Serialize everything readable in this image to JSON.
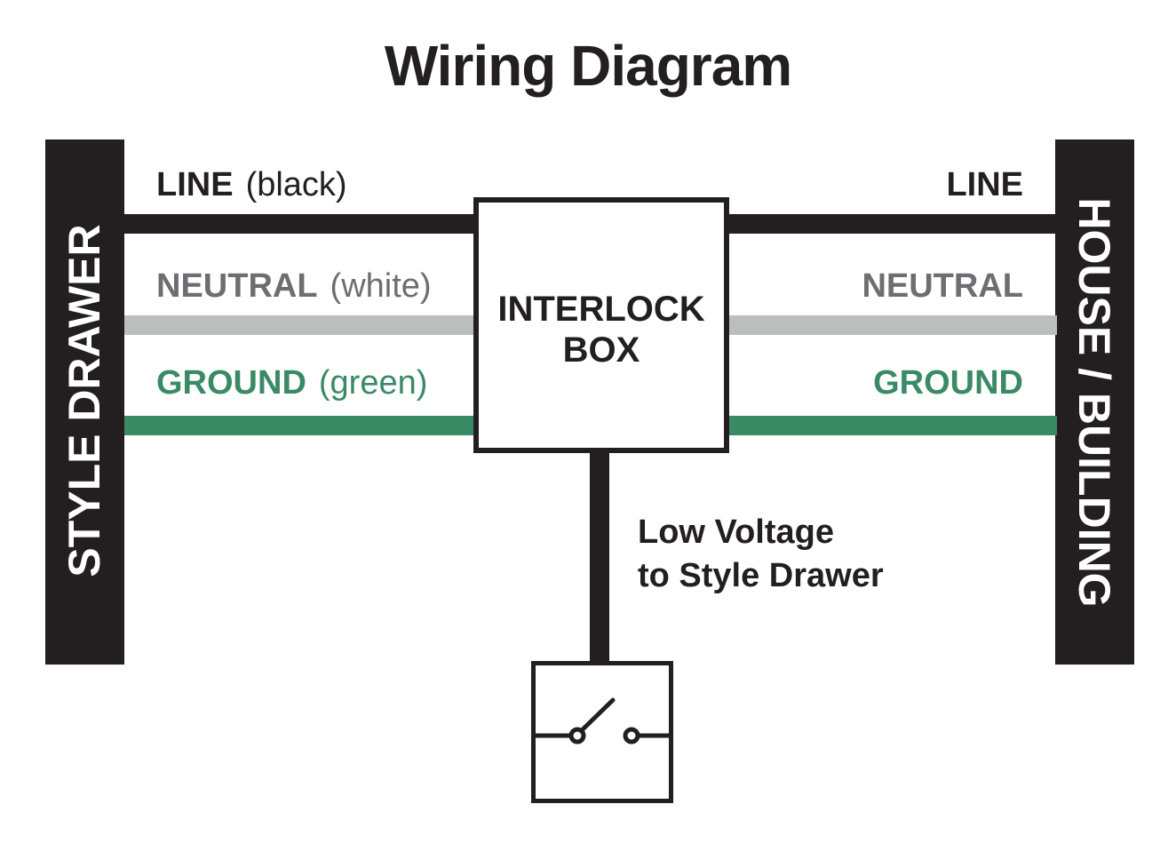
{
  "title": "Wiring Diagram",
  "colors": {
    "dark": "#231f20",
    "neutral_wire": "#bcbdbf",
    "neutral_text": "#6d6e71",
    "ground": "#3a8a66",
    "background": "#ffffff"
  },
  "left_panel": {
    "label": "STYLE DRAWER"
  },
  "right_panel": {
    "label": "HOUSE / BUILDING"
  },
  "wires": {
    "line": {
      "left_label": "LINE",
      "left_color_note": "(black)",
      "right_label": "LINE"
    },
    "neutral": {
      "left_label": "NEUTRAL",
      "left_color_note": "(white)",
      "right_label": "NEUTRAL"
    },
    "ground": {
      "left_label": "GROUND",
      "left_color_note": "(green)",
      "right_label": "GROUND"
    }
  },
  "interlock_box": {
    "line1": "INTERLOCK",
    "line2": "BOX"
  },
  "low_voltage": {
    "line1": "Low Voltage",
    "line2": "to Style Drawer"
  },
  "switch": {
    "icon": "switch-symbol-icon"
  }
}
